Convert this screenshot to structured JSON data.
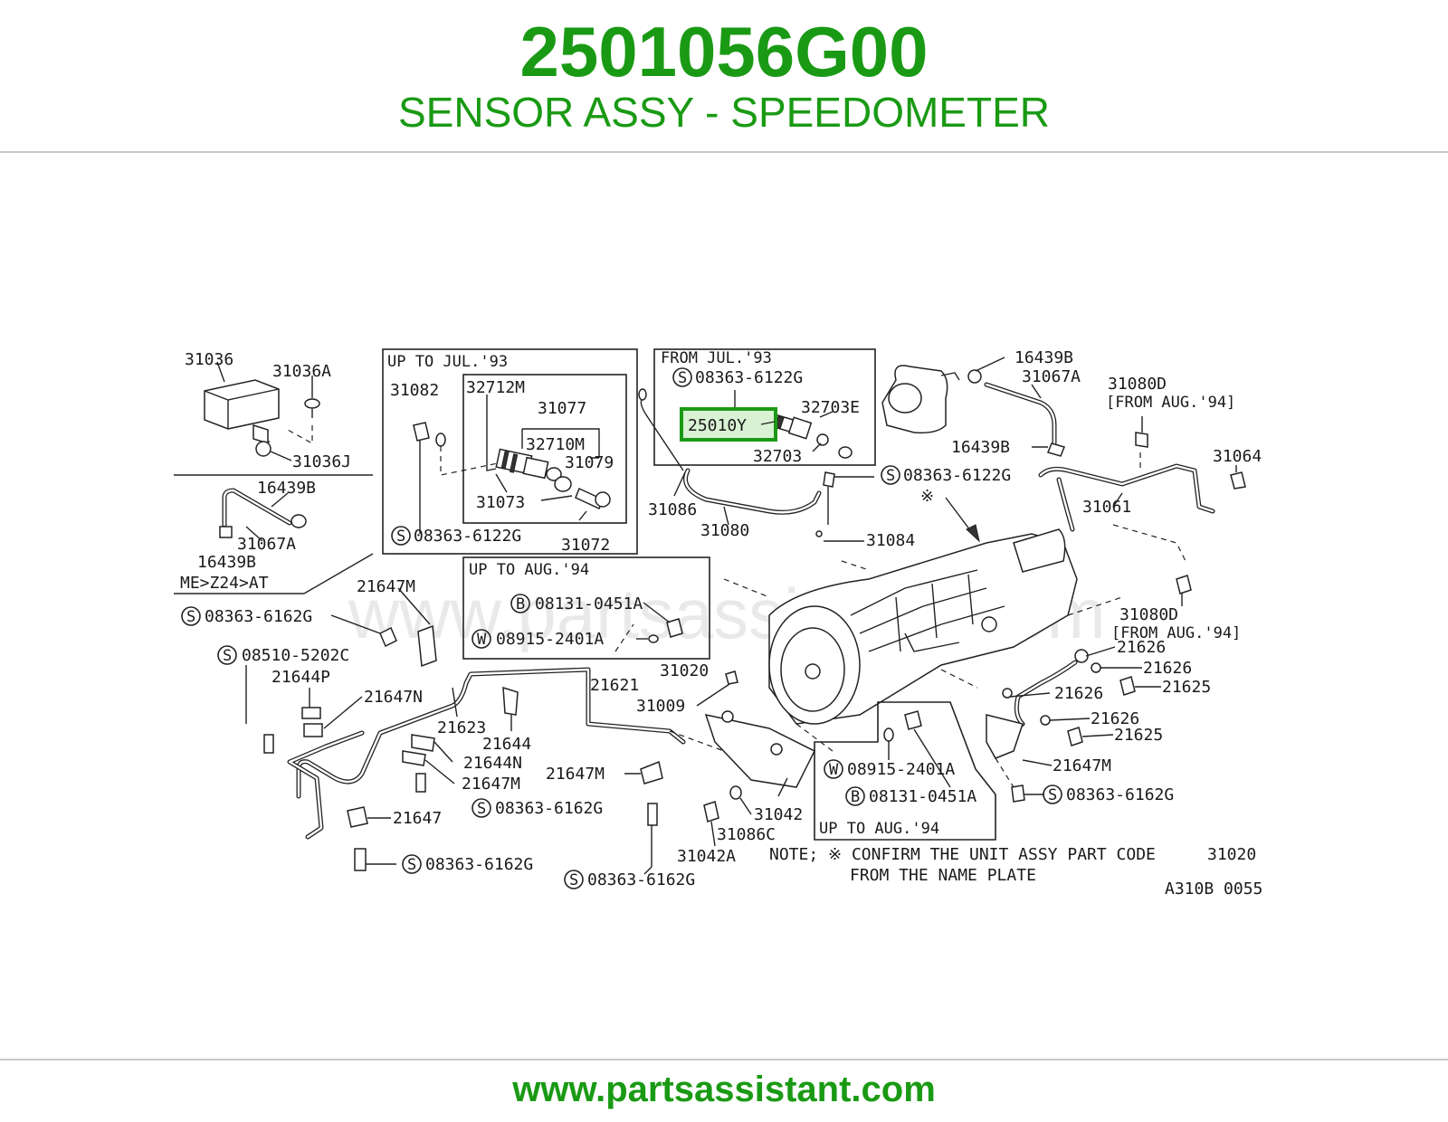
{
  "header": {
    "part_number": "2501056G00",
    "part_name": "SENSOR ASSY - SPEEDOMETER"
  },
  "footer": {
    "url": "www.partsassistant.com"
  },
  "watermark": "www.partsassistant.com",
  "colors": {
    "brand_green": "#1a9a14",
    "highlight_fill": "#d9f2d4",
    "rule_gray": "#c8c8c8"
  },
  "diagram": {
    "highlighted_part": "25010Y",
    "boxes": {
      "up_to_jul_93": "UP TO JUL.'93",
      "from_jul_93": "FROM JUL.'93",
      "up_to_aug_94_a": "UP TO AUG.'94",
      "up_to_aug_94_b": "UP TO AUG.'94"
    },
    "labels": {
      "l31036": "31036",
      "l31036A": "31036A",
      "l31036J": "31036J",
      "l16439B_a": "16439B",
      "l31067A_a": "31067A",
      "l16439B_b": "16439B",
      "model": "ME>Z24>AT",
      "l31082": "31082",
      "l32712M": "32712M",
      "l31077": "31077",
      "l32710M": "32710M",
      "l31079": "31079",
      "l31073": "31073",
      "l08363_6122G_a": "08363-6122G",
      "l31072": "31072",
      "l08363_6122G_b": "08363-6122G",
      "l32703E": "32703E",
      "l32703": "32703",
      "l31086": "31086",
      "l31080": "31080",
      "l08363_6122G_c": "08363-6122G",
      "l31084": "31084",
      "l16439B_c": "16439B",
      "l31067A_b": "31067A",
      "l31080D_a": "31080D",
      "from_aug_94_a": "[FROM AUG.'94]",
      "l16439B_d": "16439B",
      "l31064": "31064",
      "l31061": "31061",
      "l21647M_a": "21647M",
      "l08363_6162G_a": "08363-6162G",
      "l08131_0451A_a": "08131-0451A",
      "l08915_2401A_a": "08915-2401A",
      "l08510_5202C": "08510-5202C",
      "l21644P": "21644P",
      "l21647N": "21647N",
      "l21621": "21621",
      "l31020": "31020",
      "l31009": "31009",
      "l31080D_b": "31080D",
      "from_aug_94_b": "[FROM AUG.'94]",
      "l21626_a": "21626",
      "l21626_b": "21626",
      "l21626_c": "21626",
      "l21625_a": "21625",
      "l21626_d": "21626",
      "l21625_b": "21625",
      "l21623": "21623",
      "l21644": "21644",
      "l21644N": "21644N",
      "l21647M_b": "21647M",
      "l21647M_c": "21647M",
      "l21647M_d": "21647M",
      "l08363_6162G_b": "08363-6162G",
      "l21647": "21647",
      "l08363_6162G_c": "08363-6162G",
      "l08363_6162G_d": "08363-6162G",
      "l08915_2401A_b": "08915-2401A",
      "l08131_0451A_b": "08131-0451A",
      "l08363_6162G_e": "08363-6162G",
      "l31042": "31042",
      "l31086C": "31086C",
      "l31042A": "31042A",
      "note_line1": "NOTE; ※ CONFIRM THE UNIT ASSY PART CODE",
      "note_code": "31020",
      "note_line2": "FROM THE NAME PLATE",
      "figure_id": "A310B 0055",
      "circle_S": "S",
      "circle_B": "B",
      "circle_W": "W"
    }
  }
}
